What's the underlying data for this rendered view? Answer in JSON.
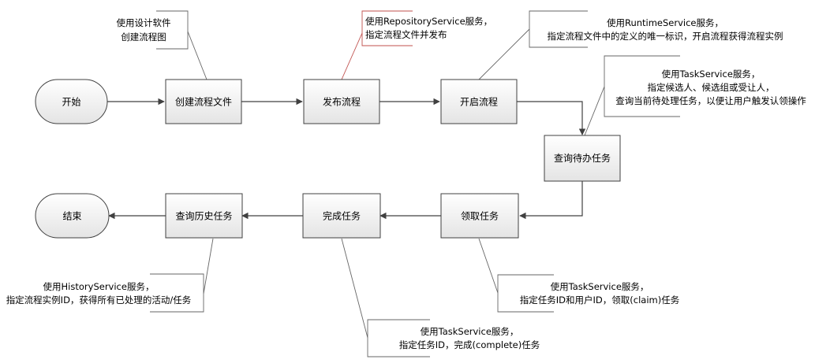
{
  "nodes": {
    "start": "开始",
    "create": "创建流程文件",
    "deploy": "发布流程",
    "startproc": "开启流程",
    "query": "查询待办任务",
    "claim": "领取任务",
    "complete": "完成任务",
    "history": "查询历史任务",
    "end": "结束"
  },
  "notes": {
    "create": [
      "使用设计软件",
      "创建流程图"
    ],
    "deploy": [
      "使用RepositoryService服务，",
      "指定流程文件并发布"
    ],
    "startproc": [
      "使用RuntimeService服务，",
      "指定流程文件中的定义的唯一标识，开启流程获得流程实例"
    ],
    "query": [
      "使用TaskService服务，",
      "指定候选人、候选组或受让人，",
      "查询当前待处理任务，以便让用户触发认领操作"
    ],
    "claim": [
      "使用TaskService服务，",
      "指定任务ID和用户ID，领取(claim)任务"
    ],
    "complete": [
      "使用TaskService服务，",
      "指定任务ID，完成(complete)任务"
    ],
    "history": [
      "使用HistoryService服务，",
      "指定流程实例ID，获得所有已处理的活动/任务"
    ]
  },
  "colors": {
    "line": "#404040",
    "box_fill_top": "#ffffff",
    "box_fill_bottom": "#e6e6e6",
    "deploy_note_accent": "#c0504d"
  }
}
